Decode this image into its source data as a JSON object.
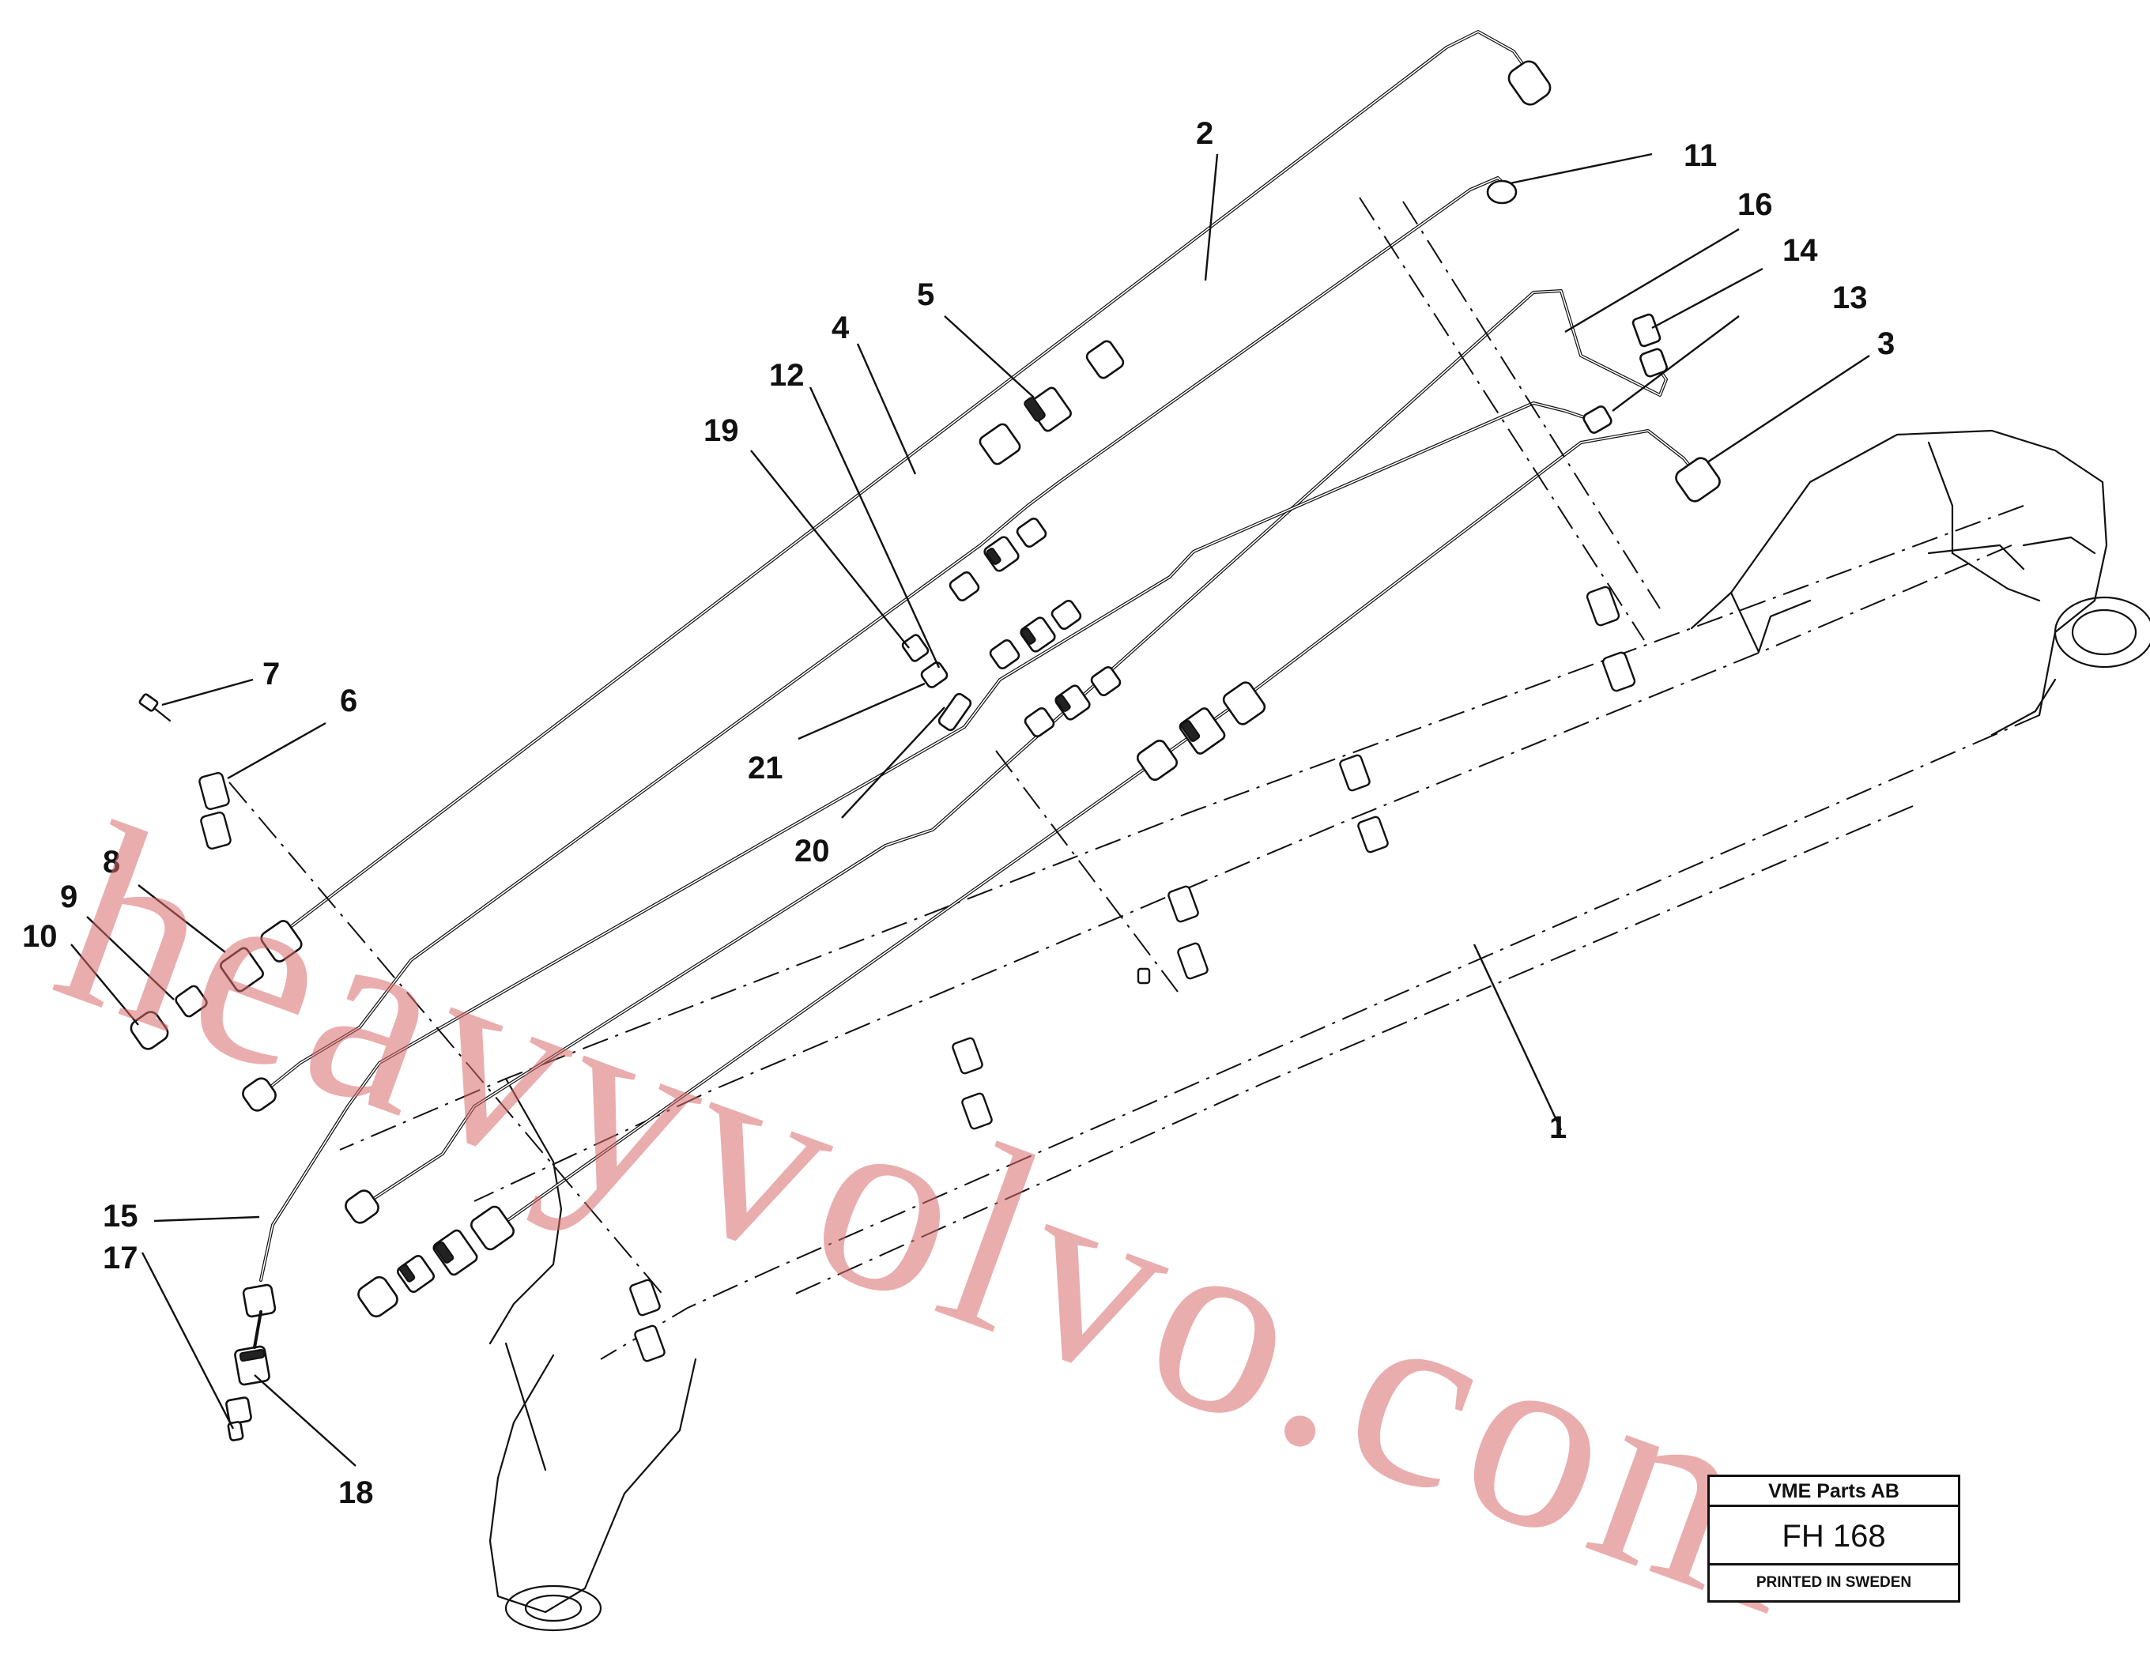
{
  "diagram": {
    "callouts": [
      "1",
      "2",
      "3",
      "4",
      "5",
      "6",
      "7",
      "8",
      "9",
      "10",
      "11",
      "12",
      "13",
      "14",
      "15",
      "16",
      "17",
      "18",
      "19",
      "20",
      "21"
    ]
  },
  "watermark": {
    "text": "heavyvolvo.com",
    "color": "#d96a6a"
  },
  "title_block": {
    "company": "VME Parts AB",
    "code": "FH 168",
    "printed": "PRINTED IN SWEDEN"
  }
}
